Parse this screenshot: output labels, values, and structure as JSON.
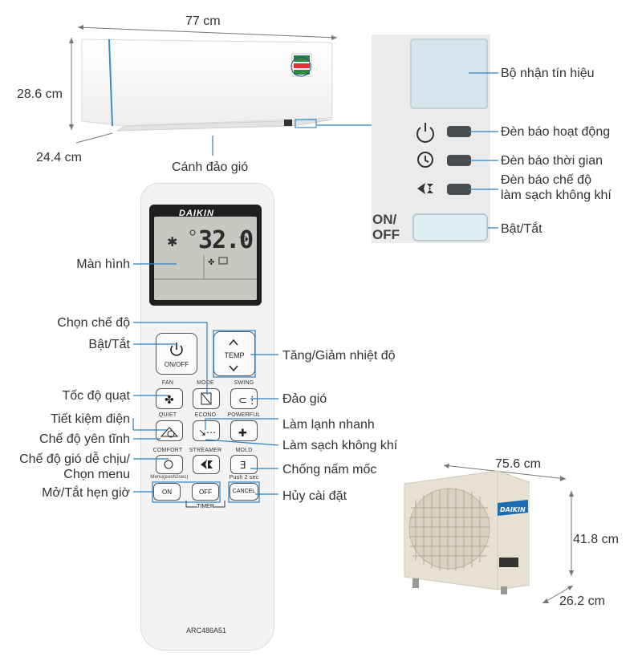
{
  "dimensions": {
    "indoor_width": "77 cm",
    "indoor_height": "28.6 cm",
    "indoor_depth": "24.4 cm",
    "outdoor_width": "75.6 cm",
    "outdoor_height": "41.8 cm",
    "outdoor_depth": "26.2 cm"
  },
  "indoor_labels": {
    "louver": "Cánh đảo gió"
  },
  "panel_labels": {
    "receiver": "Bộ nhận tín hiệu",
    "operation_lamp": "Đèn báo hoạt động",
    "timer_lamp": "Đèn báo thời gian",
    "purify_lamp_line1": "Đèn báo chế độ",
    "purify_lamp_line2": "làm sạch không khí",
    "onoff_text_line1": "ON/",
    "onoff_text_line2": "OFF",
    "onoff_button": "Bật/Tắt"
  },
  "remote": {
    "brand": "DAIKIN",
    "lcd_temp": "32.0",
    "lcd_unit": "°C",
    "model": "ARC486A51",
    "buttons": {
      "onoff": "ON/OFF",
      "temp": "TEMP",
      "fan": "FAN",
      "mode": "MODE",
      "swing": "SWING",
      "quiet": "QUIET",
      "econo": "ECONO",
      "powerful": "POWERFUL",
      "comfort": "COMFORT",
      "streamer": "STREAMER",
      "mold": "MOLD",
      "menu_caption": "Menu(push2sec)",
      "push2sec_caption": "Push 2 sec",
      "timer_on": "ON",
      "timer_off": "OFF",
      "cancel": "CANCEL",
      "timer": "TIMER"
    }
  },
  "remote_labels": {
    "display": "Màn hình",
    "mode_select": "Chọn chế độ",
    "power": "Bật/Tắt",
    "temp_adjust": "Tăng/Giảm nhiệt độ",
    "fan_speed": "Tốc độ quạt",
    "swing": "Đảo gió",
    "econo": "Tiết kiệm điện",
    "powerful": "Làm lạnh nhanh",
    "quiet": "Chế độ yên tĩnh",
    "streamer": "Làm sạch không khí",
    "comfort_line1": "Chế độ gió dễ chịu/",
    "comfort_line2": "Chọn menu",
    "mold": "Chống nấm mốc",
    "timer": "Mở/Tắt hẹn giờ",
    "cancel": "Hủy cài đặt"
  },
  "colors": {
    "accent_blue": "#2b7bb9",
    "brand_blue": "#1d6db3",
    "leader_line": "#2f7fc1"
  }
}
